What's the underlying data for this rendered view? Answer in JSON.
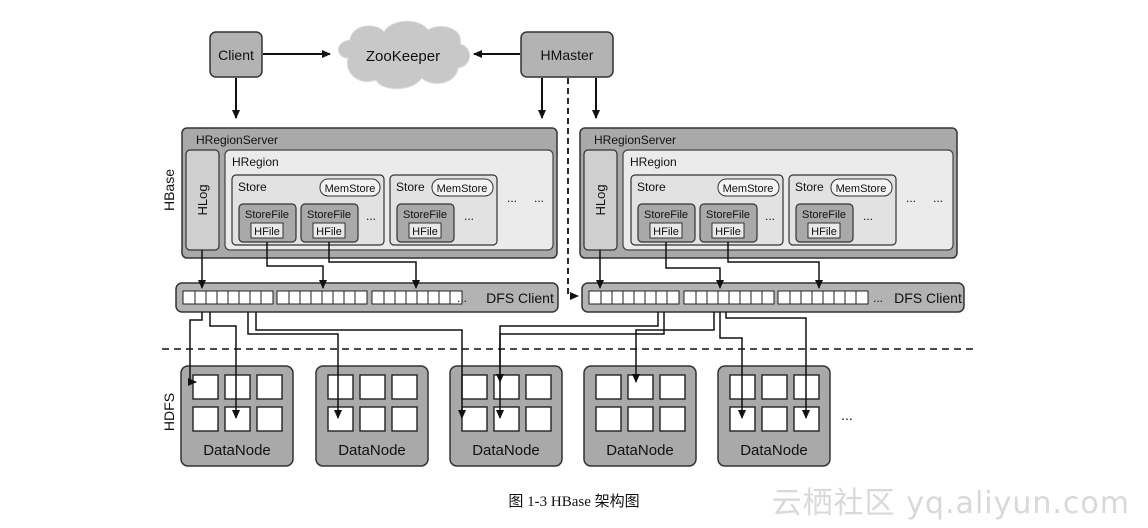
{
  "top": {
    "client": "Client",
    "zookeeper": "ZooKeeper",
    "hmaster": "HMaster"
  },
  "side_labels": {
    "hbase": "HBase",
    "hdfs": "HDFS"
  },
  "server": {
    "title": "HRegionServer",
    "hlog": "HLog",
    "region": "HRegion",
    "store": "Store",
    "memstore": "MemStore",
    "storefile": "StoreFile",
    "hfile": "HFile",
    "ellipsis": "...",
    "dfs_client": "DFS Client"
  },
  "hdfs": {
    "datanode": "DataNode",
    "ellipsis": "..."
  },
  "caption": "图 1-3    HBase 架构图",
  "watermark": "云栖社区 yq.aliyun.com"
}
